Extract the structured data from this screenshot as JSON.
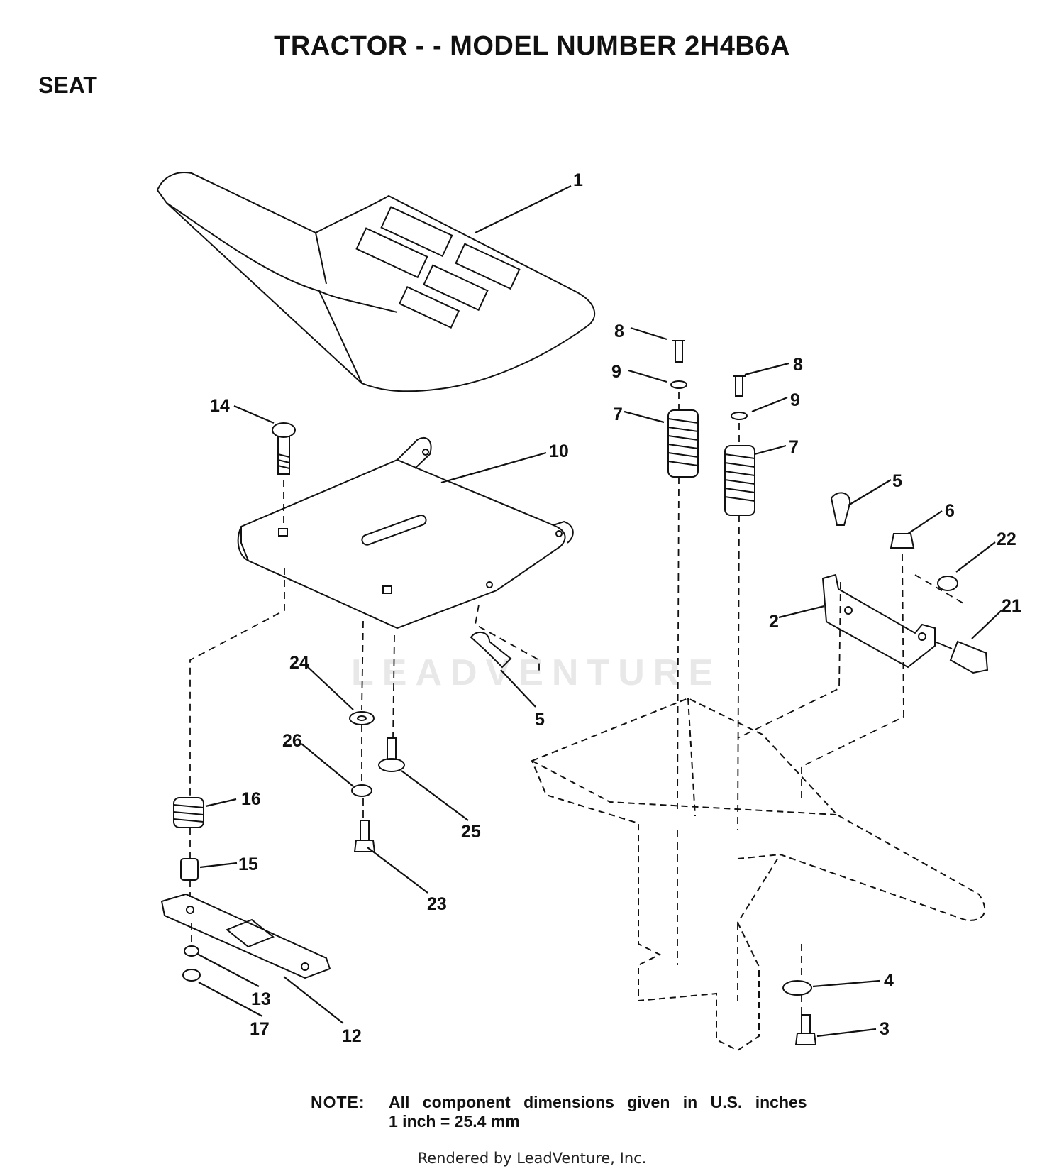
{
  "header": {
    "title": "TRACTOR - - MODEL NUMBER 2H4B6A",
    "section": "SEAT"
  },
  "callouts": [
    "1",
    "8",
    "9",
    "8",
    "9",
    "7",
    "7",
    "14",
    "10",
    "5",
    "6",
    "22",
    "2",
    "21",
    "5",
    "24",
    "26",
    "25",
    "16",
    "15",
    "23",
    "13",
    "17",
    "12",
    "4",
    "3"
  ],
  "note": {
    "label": "NOTE:",
    "line1": "All component dimensions given in U.S. inches",
    "line2": "1 inch = 25.4 mm"
  },
  "watermark": "LEADVENTURE",
  "footer": "Rendered by LeadVenture, Inc."
}
